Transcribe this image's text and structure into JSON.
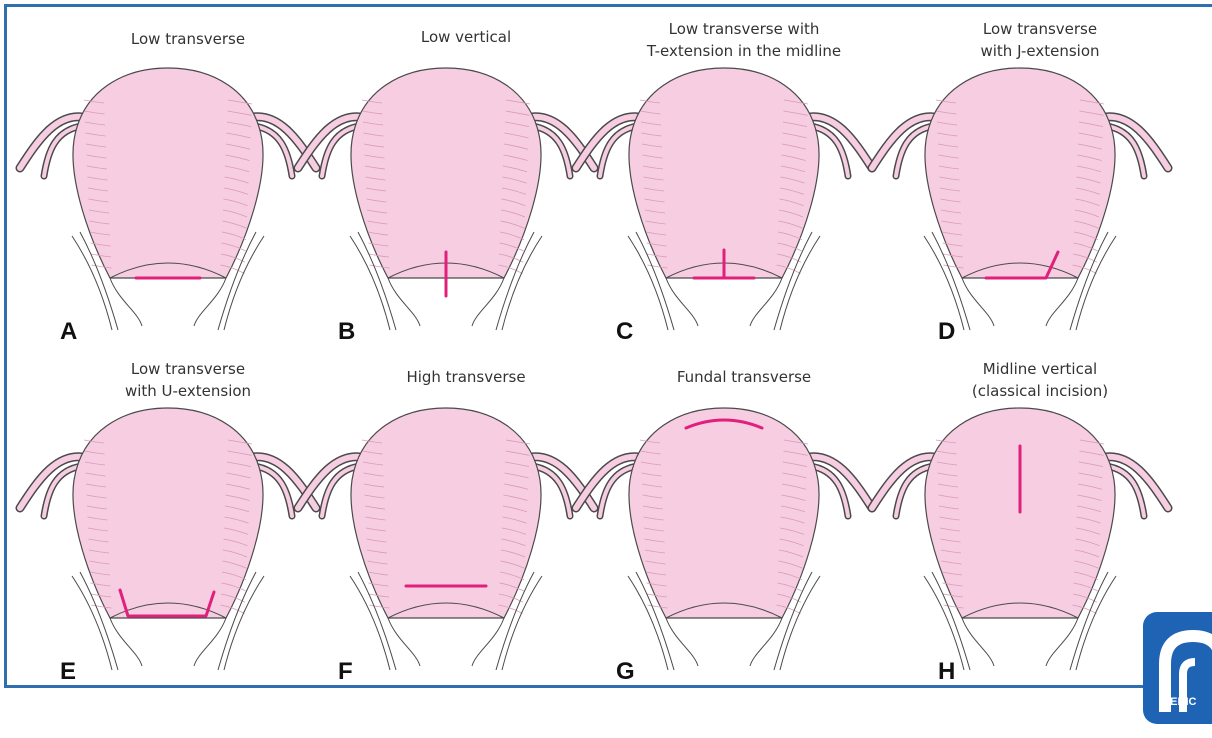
{
  "colors": {
    "frame": "#2f6fae",
    "uterus_fill": "#f7cde2",
    "uterus_stroke": "#4a4a4a",
    "incision": "#e0207a",
    "logo": "#1f64b4"
  },
  "panels": [
    {
      "letter": "A",
      "caption": [
        "Low transverse"
      ],
      "incision": "low-transverse"
    },
    {
      "letter": "B",
      "caption": [
        "Low vertical"
      ],
      "incision": "low-vertical"
    },
    {
      "letter": "C",
      "caption": [
        "Low transverse with",
        "T-extension in the midline"
      ],
      "incision": "t-extension"
    },
    {
      "letter": "D",
      "caption": [
        "Low transverse",
        "with J-extension"
      ],
      "incision": "j-extension"
    },
    {
      "letter": "E",
      "caption": [
        "Low transverse",
        "with U-extension"
      ],
      "incision": "u-extension"
    },
    {
      "letter": "F",
      "caption": [
        "High transverse"
      ],
      "incision": "high-transverse"
    },
    {
      "letter": "G",
      "caption": [
        "Fundal transverse"
      ],
      "incision": "fundal-transverse"
    },
    {
      "letter": "H",
      "caption": [
        "Midline vertical",
        "(classical incision)"
      ],
      "incision": "midline-vertical"
    }
  ],
  "logo": {
    "text": "MEDIC"
  }
}
